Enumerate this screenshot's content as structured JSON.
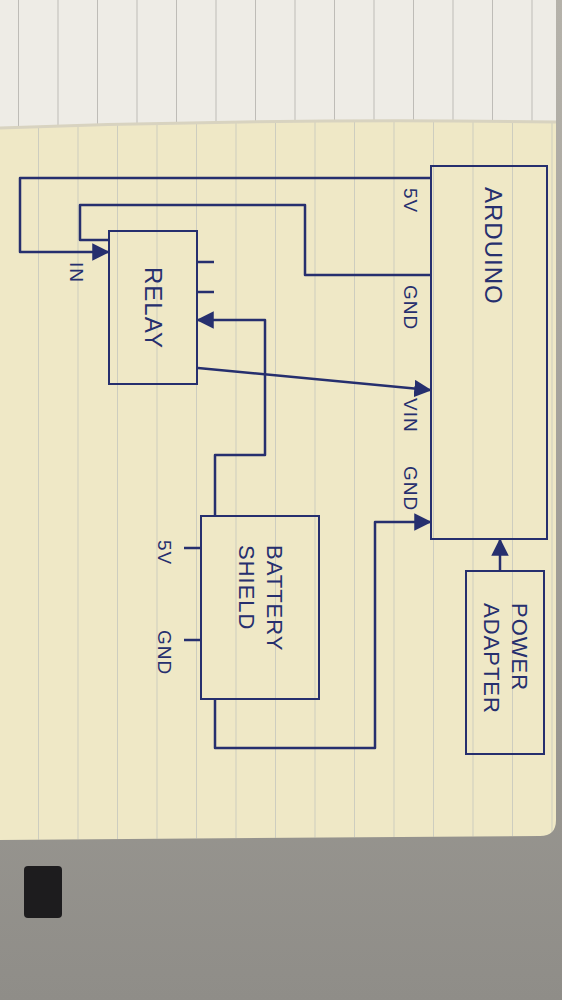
{
  "diagram": {
    "nodes": [
      {
        "text": [
          "ARDUINO"
        ]
      },
      {
        "text": [
          "RELAY"
        ]
      },
      {
        "text": [
          "BATTERY SHIELD"
        ]
      },
      {
        "text": [
          "POWER ADAPTER"
        ]
      }
    ],
    "edges": [
      {
        "from": 3,
        "to": 0,
        "arrow": "to"
      },
      {
        "from": 0,
        "to": 1,
        "arrow": "to"
      },
      {
        "from": 0,
        "to": 1,
        "arrow": "none"
      },
      {
        "from": 1,
        "to": 0,
        "arrow": "to"
      },
      {
        "from": 2,
        "to": 1,
        "arrow": "to"
      },
      {
        "from": 2,
        "to": 0,
        "arrow": "to"
      }
    ],
    "labels": [
      "5V",
      "GND",
      "VIN",
      "GND",
      "IN",
      "5V",
      "GND"
    ]
  }
}
